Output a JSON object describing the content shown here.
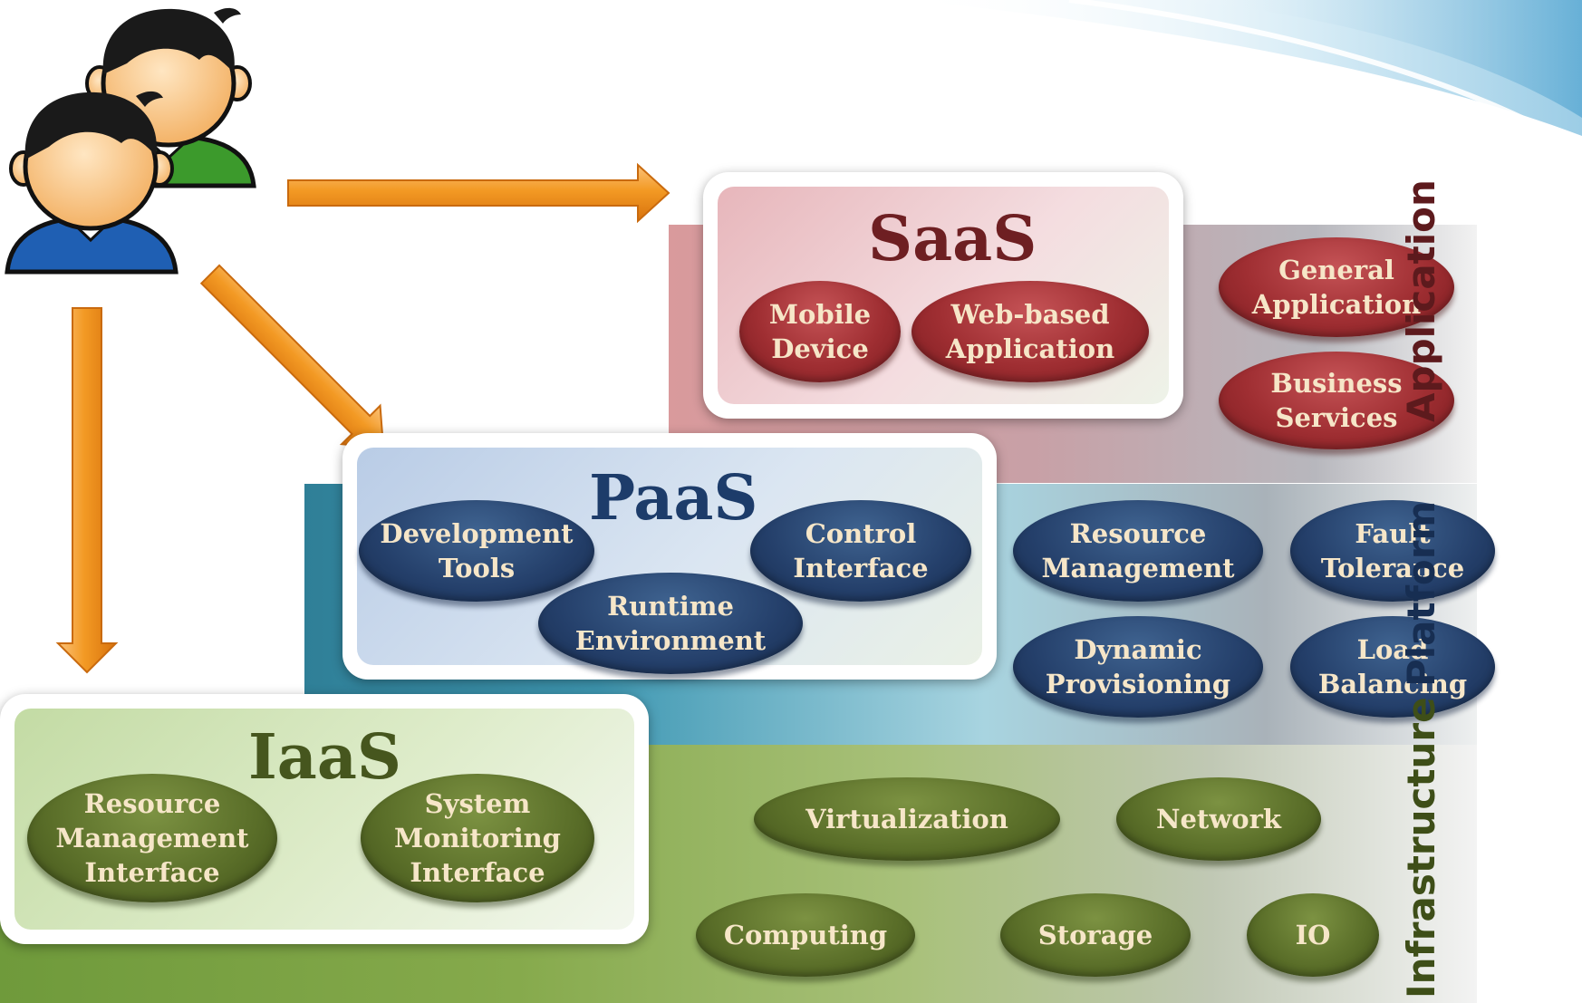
{
  "layers": {
    "application": "Application",
    "platform": "Platform",
    "infrastructure": "Infrastructure"
  },
  "saas": {
    "title": "SaaS",
    "items": [
      "Mobile\nDevice",
      "Web-based\nApplication"
    ]
  },
  "paas": {
    "title": "PaaS",
    "items": [
      "Development\nTools",
      "Control\nInterface",
      "Runtime\nEnvironment"
    ]
  },
  "iaas": {
    "title": "IaaS",
    "items": [
      "Resource\nManagement\nInterface",
      "System\nMonitoring\nInterface"
    ]
  },
  "application_services": [
    "General\nApplication",
    "Business\nServices"
  ],
  "platform_services": [
    "Resource\nManagement",
    "Fault\nTolerance",
    "Dynamic\nProvisioning",
    "Load\nBalancing"
  ],
  "infrastructure_services": [
    "Virtualization",
    "Network",
    "Computing",
    "Storage",
    "IO"
  ],
  "colors": {
    "saas_accent": "#9f2e32",
    "paas_accent": "#243f6a",
    "iaas_accent": "#596d28",
    "arrow": "#f39a24",
    "pill_text": "#f6e6c8"
  },
  "icons": {
    "users": "users-icon",
    "arrows": [
      "arrow-right-icon",
      "arrow-diagonal-icon",
      "arrow-down-icon"
    ]
  }
}
